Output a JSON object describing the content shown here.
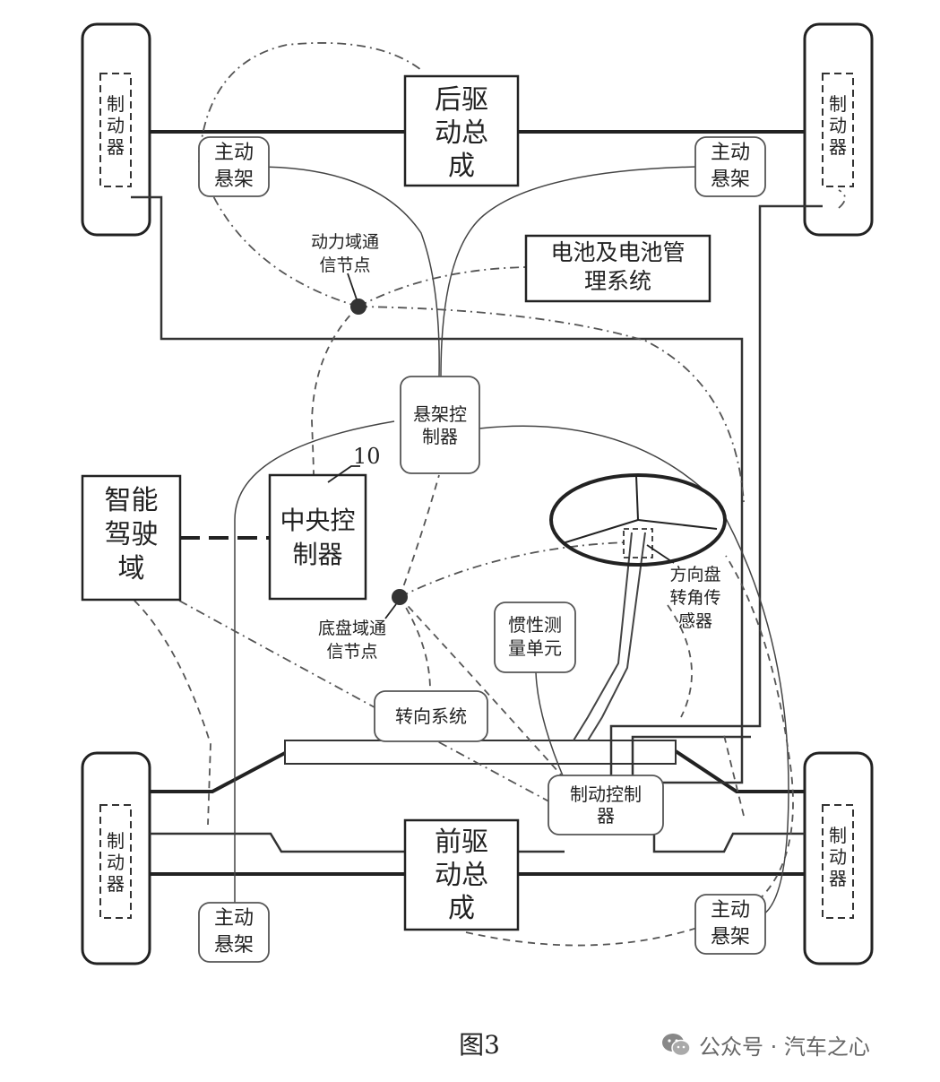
{
  "figure": {
    "caption": "图3",
    "callout_number": "10"
  },
  "boxes": {
    "rear_drive": [
      "后驱",
      "动总",
      "成"
    ],
    "front_drive": [
      "前驱",
      "动总",
      "成"
    ],
    "battery": [
      "电池及电池管",
      "理系统"
    ],
    "central_controller": [
      "中央控",
      "制器"
    ],
    "smart_drive": [
      "智能",
      "驾驶",
      "域"
    ],
    "suspension_controller": [
      "悬架控",
      "制器"
    ],
    "imu": [
      "惯性测",
      "量单元"
    ],
    "steering_system": "转向系统",
    "brake_controller": [
      "制动控制",
      "器"
    ]
  },
  "suspension_labels": {
    "rear_left": [
      "主动",
      "悬架"
    ],
    "rear_right": [
      "主动",
      "悬架"
    ],
    "front_left": [
      "主动",
      "悬架"
    ],
    "front_right": [
      "主动",
      "悬架"
    ]
  },
  "brake_labels": {
    "rear_left": [
      "制",
      "动",
      "器"
    ],
    "rear_right": [
      "制",
      "动",
      "器"
    ],
    "front_left": [
      "制",
      "动",
      "器"
    ],
    "front_right": [
      "制",
      "动",
      "器"
    ]
  },
  "nodes": {
    "power_domain": [
      "动力域通",
      "信节点"
    ],
    "chassis_domain": [
      "底盘域通",
      "信节点"
    ],
    "steering_angle_sensor": [
      "方向盘",
      "转角传",
      "感器"
    ]
  },
  "watermark": {
    "text": "公众号 · 汽车之心",
    "icon": "wechat-icon"
  }
}
